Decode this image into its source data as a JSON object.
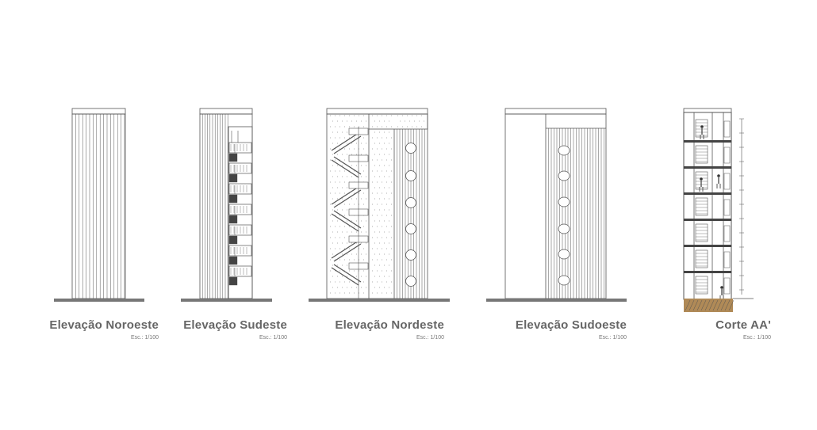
{
  "drawing": {
    "line_color": "#555555",
    "ground_color": "#777777",
    "soil_color": "#b08a57",
    "views": [
      {
        "title": "Elevação Noroeste",
        "scale": "Esc.: 1/100"
      },
      {
        "title": "Elevação Sudeste",
        "scale": "Esc.: 1/100"
      },
      {
        "title": "Elevação Nordeste",
        "scale": "Esc.: 1/100"
      },
      {
        "title": "Elevação Sudoeste",
        "scale": "Esc.: 1/100"
      },
      {
        "title": "Corte AA'",
        "scale": "Esc.: 1/100"
      }
    ]
  }
}
